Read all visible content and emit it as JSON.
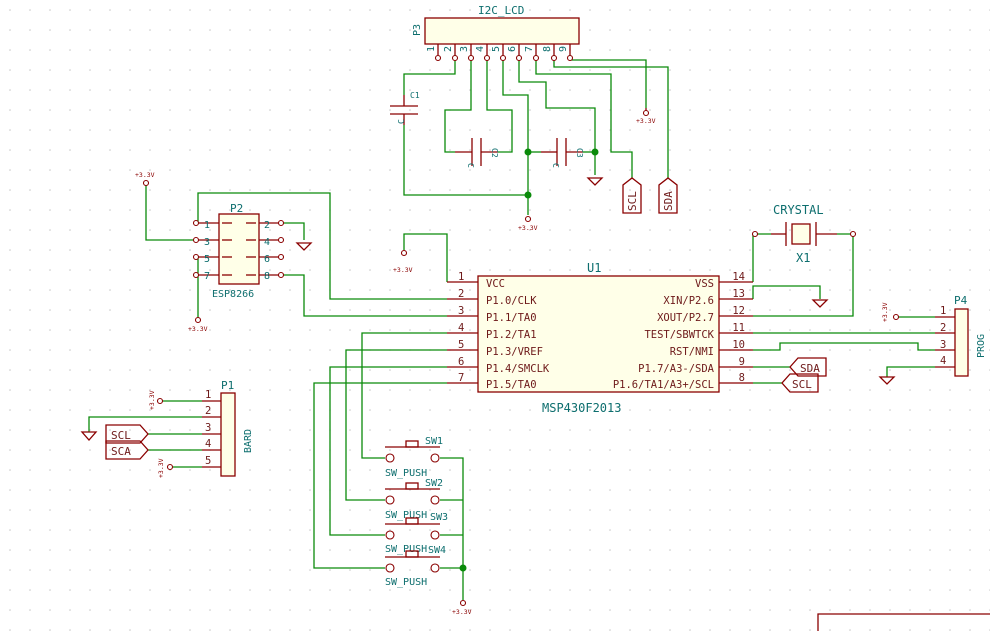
{
  "colors": {
    "wire": "#0a8a0a",
    "component": "#8a0000",
    "ref": "#0d6e6e",
    "grid_dot": "#c8c8c8"
  },
  "j3": {
    "ref": "P3",
    "value": "I2C_LCD",
    "pins": [
      "1",
      "2",
      "3",
      "4",
      "5",
      "6",
      "7",
      "8",
      "9"
    ]
  },
  "c1": {
    "ref": "C1",
    "value": "C"
  },
  "c2": {
    "ref": "C2",
    "value": "C"
  },
  "c3": {
    "ref": "C3",
    "value": "C"
  },
  "labels": {
    "scl": "SCL",
    "sda": "SDA",
    "sca": "SCA"
  },
  "power": {
    "v33": "+3.3V"
  },
  "p2": {
    "ref": "P2",
    "value": "ESP8266",
    "pins": [
      "1",
      "2",
      "3",
      "4",
      "5",
      "6",
      "7",
      "8"
    ]
  },
  "x1": {
    "ref": "X1",
    "value": "CRYSTAL"
  },
  "u1": {
    "ref": "U1",
    "value": "MSP430F2013",
    "left_pins": [
      {
        "num": "1",
        "name": "VCC"
      },
      {
        "num": "2",
        "name": "P1.0/CLK"
      },
      {
        "num": "3",
        "name": "P1.1/TA0"
      },
      {
        "num": "4",
        "name": "P1.2/TA1"
      },
      {
        "num": "5",
        "name": "P1.3/VREF"
      },
      {
        "num": "6",
        "name": "P1.4/SMCLK"
      },
      {
        "num": "7",
        "name": "P1.5/TA0"
      }
    ],
    "right_pins": [
      {
        "num": "14",
        "name": "VSS"
      },
      {
        "num": "13",
        "name": "XIN/P2.6"
      },
      {
        "num": "12",
        "name": "XOUT/P2.7"
      },
      {
        "num": "11",
        "name": "TEST/SBWTCK"
      },
      {
        "num": "10",
        "name": "RST/NMI"
      },
      {
        "num": "9",
        "name": "P1.7/A3-/SDA"
      },
      {
        "num": "8",
        "name": "P1.6/TA1/A3+/SCL"
      }
    ]
  },
  "p4": {
    "ref": "P4",
    "value": "PROG",
    "pins": [
      "1",
      "2",
      "3",
      "4"
    ]
  },
  "p1": {
    "ref": "P1",
    "value": "BARD",
    "pins": [
      "1",
      "2",
      "3",
      "4",
      "5"
    ]
  },
  "switches": [
    {
      "ref": "SW1",
      "value": "SW_PUSH"
    },
    {
      "ref": "SW2",
      "value": "SW_PUSH"
    },
    {
      "ref": "SW3",
      "value": "SW_PUSH"
    },
    {
      "ref": "SW4",
      "value": "SW_PUSH"
    }
  ]
}
